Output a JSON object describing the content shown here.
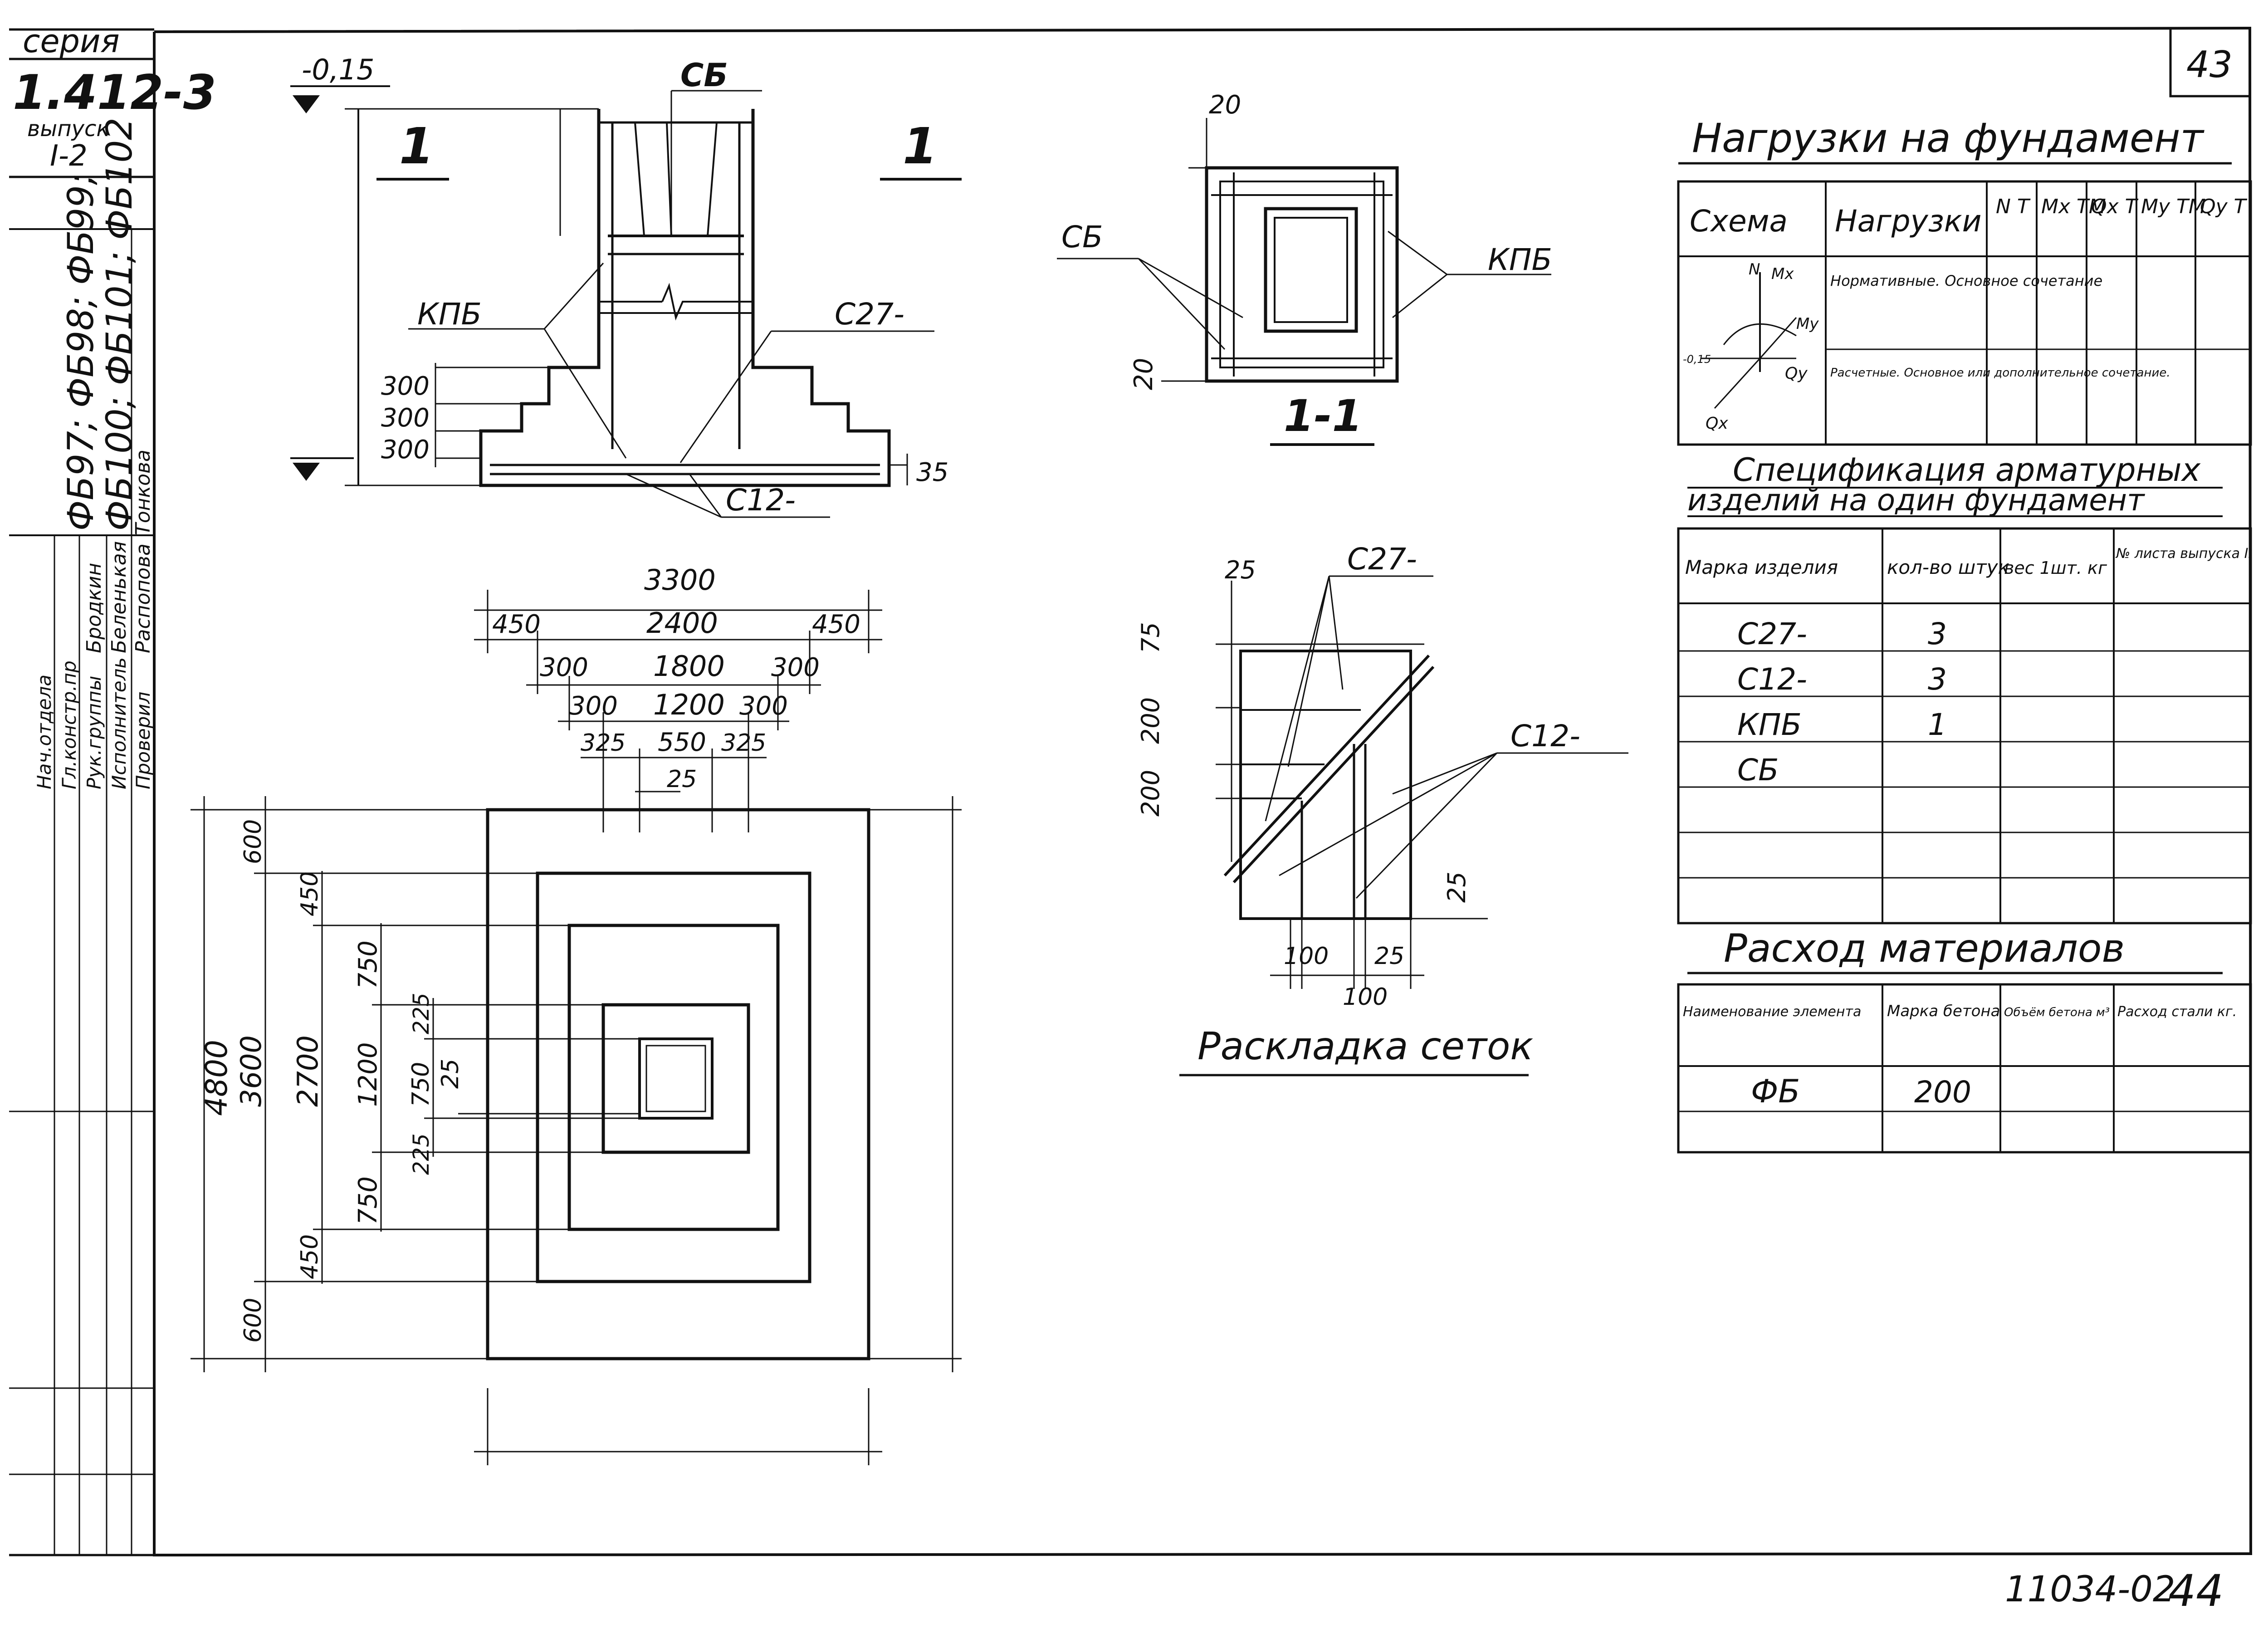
{
  "stamp": {
    "series_label": "серия",
    "series_number": "1.412-3",
    "issue_label": "выпуск",
    "issue_number": "I-2",
    "items_line1": "ФБ97; ФБ98; ФБ99;",
    "items_line2": "ФБ100; ФБ101; ФБ102",
    "roles": [
      "Нач.отдела",
      "Гл.констр.пр",
      "Рук.группы",
      "Исполнитель",
      "Проверил"
    ],
    "names": [
      "Бродкин",
      "Беленькая",
      "Распопова",
      "Тонкова"
    ]
  },
  "page_number": "43",
  "drawing_code": "11034-02",
  "sheet_index": "44",
  "section_view": {
    "labels": {
      "sec_left": "1",
      "sec_right": "1",
      "elev": "-0,15",
      "sb": "СБ",
      "kpb": "КПБ",
      "c27": "С27-",
      "c12": "С12-",
      "d300a": "300",
      "d300b": "300",
      "d300c": "300",
      "d35": "35"
    }
  },
  "cross_section": {
    "labels": {
      "title": "1-1",
      "sb": "СБ",
      "kpb": "КПБ",
      "d20a": "20",
      "d20b": "20"
    }
  },
  "plan_view": {
    "labels": {
      "w3300": "3300",
      "w450a": "450",
      "w2400": "2400",
      "w450b": "450",
      "w300a": "300",
      "w1800": "1800",
      "w300b": "300",
      "w300c": "300",
      "w1200": "1200",
      "w300d": "300",
      "w325a": "325",
      "w550": "550",
      "w325b": "325",
      "w25": "25",
      "h4800": "4800",
      "h3600": "3600",
      "h2700": "2700",
      "h600a": "600",
      "h450a": "450",
      "h750a": "750",
      "h225a": "225",
      "h1200": "1200",
      "h750b": "750",
      "h25": "25",
      "h225b": "225",
      "h750c": "750",
      "h450b": "450",
      "h600b": "600"
    }
  },
  "mesh_layout": {
    "title": "Раскладка сеток",
    "labels": {
      "c27": "С27-",
      "c12": "С12-",
      "d25a": "25",
      "d75": "75",
      "d200a": "200",
      "d200b": "200",
      "d25b": "25",
      "d100a": "100",
      "d25c": "25",
      "d100b": "100"
    }
  },
  "loads_table": {
    "title": "Нагрузки на фундамент",
    "headers": [
      "Схема",
      "Нагрузки",
      "N\nТ",
      "Mx\nТМ",
      "Qx\nТ",
      "My\nТМ",
      "Qy\nТ"
    ],
    "rows": [
      {
        "load": "Нормативные. Основное сочетание"
      },
      {
        "load": "Расчетные. Основное или дополнительное сочетание."
      }
    ],
    "scheme_labels": [
      "N",
      "Mx",
      "My",
      "Qy",
      "Qx",
      "-0,15"
    ]
  },
  "spec_table": {
    "title_line1": "Спецификация арматурных",
    "title_line2": "изделий на один фундамент",
    "headers": [
      "Марка изделия",
      "кол-во штук",
      "вес 1шт. кг",
      "№ листа выпуска II"
    ],
    "rows": [
      {
        "mark": "С27-",
        "qty": "3"
      },
      {
        "mark": "С12-",
        "qty": "3"
      },
      {
        "mark": "КПБ",
        "qty": "1"
      },
      {
        "mark": "СБ",
        "qty": ""
      }
    ]
  },
  "materials_table": {
    "title": "Расход материалов",
    "headers": [
      "Наименование элемента",
      "Марка бетона",
      "Объём бетона м³",
      "Расход стали кг."
    ],
    "rows": [
      {
        "name": "ФБ",
        "grade": "200"
      }
    ]
  }
}
